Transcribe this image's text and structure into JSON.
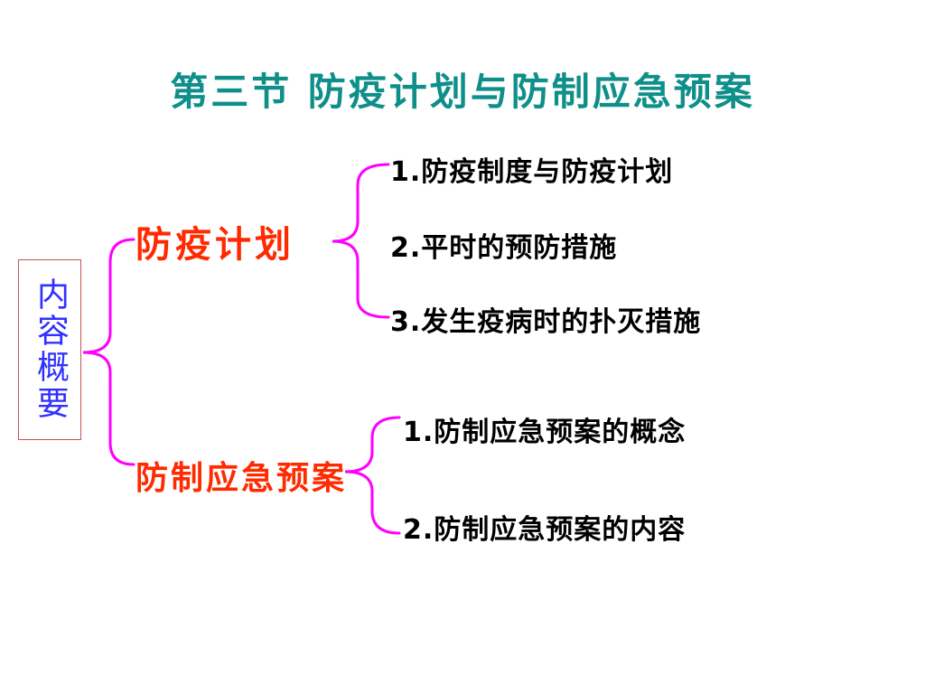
{
  "colors": {
    "title": "#0f8f8a",
    "box_text": "#3030ff",
    "box_border": "#c8505a",
    "level1": "#ff2a00",
    "items": "#000000",
    "bracket": "#ff00ff"
  },
  "title": "第三节  防疫计划与防制应急预案",
  "root": {
    "label": "内容概要"
  },
  "branches": [
    {
      "label": "防疫计划",
      "items": [
        "1.防疫制度与防疫计划",
        "2.平时的预防措施",
        "3.发生疫病时的扑灭措施"
      ]
    },
    {
      "label": "防制应急预案",
      "items": [
        "1.防制应急预案的概念",
        "2.防制应急预案的内容"
      ]
    }
  ]
}
